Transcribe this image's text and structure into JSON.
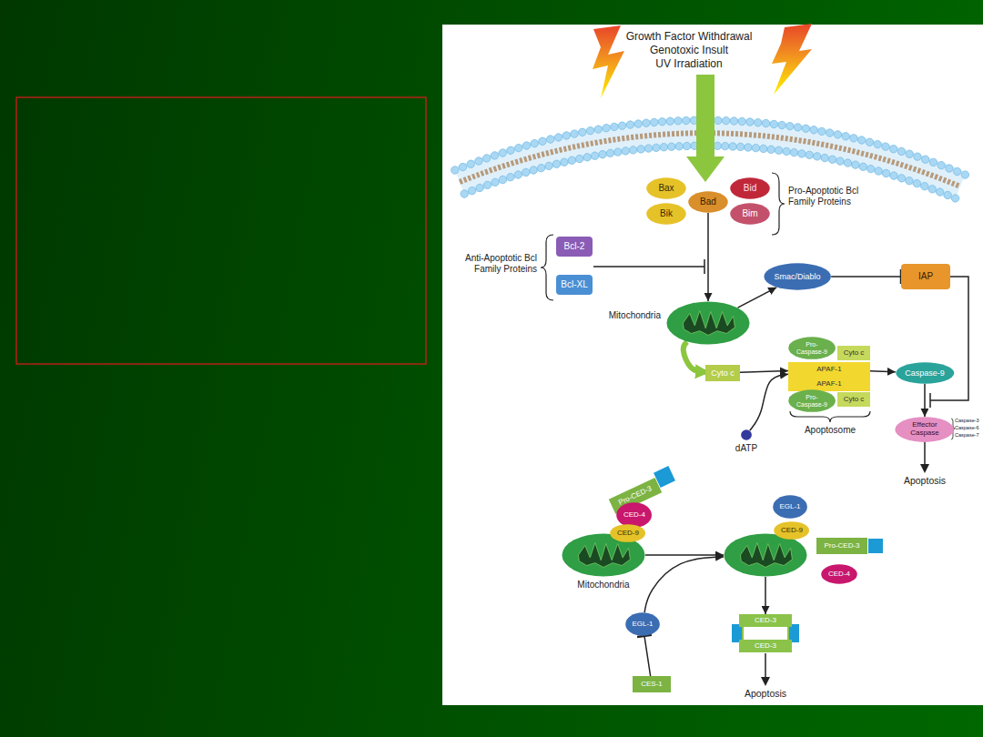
{
  "diagram": {
    "nodes": [
      {
        "text": [
          "Bax"
        ]
      },
      {
        "text": [
          "Bik"
        ]
      },
      {
        "text": [
          "Bad"
        ]
      },
      {
        "text": [
          "Bid"
        ]
      },
      {
        "text": [
          "Bim"
        ]
      },
      {
        "text": [
          "Bcl-2"
        ]
      },
      {
        "text": [
          "Bcl-XL"
        ]
      },
      {
        "text": [
          "Mitochondria"
        ]
      },
      {
        "text": [
          "Smac/Diablo"
        ]
      },
      {
        "text": [
          "IAP"
        ]
      },
      {
        "text": [
          "Cyto c"
        ]
      },
      {
        "text": [
          "Pro-Caspase-9"
        ]
      },
      {
        "text": [
          "Cyto c"
        ]
      },
      {
        "text": [
          "APAF-1"
        ]
      },
      {
        "text": [
          "APAF-1"
        ]
      },
      {
        "text": [
          "Pro-Caspase-9"
        ]
      },
      {
        "text": [
          "Cyto c"
        ]
      },
      {
        "text": [
          "dATP"
        ]
      },
      {
        "text": [
          "Caspase-9"
        ]
      },
      {
        "text": [
          "Effector Caspase"
        ]
      },
      {
        "text": [
          "Pro-CED-3"
        ]
      },
      {
        "text": [
          "CED-4"
        ]
      },
      {
        "text": [
          "CED-9"
        ]
      },
      {
        "text": [
          "Mitochondria"
        ]
      },
      {
        "text": [
          "EGL-1"
        ]
      },
      {
        "text": [
          "CED-9"
        ]
      },
      {
        "text": []
      },
      {
        "text": [
          "Pro-CED-3"
        ]
      },
      {
        "text": [
          "CED-4"
        ]
      },
      {
        "text": [
          "CED-3"
        ]
      },
      {
        "text": [
          "CED-3"
        ]
      },
      {
        "text": [
          "EGL-1"
        ]
      },
      {
        "text": [
          "CES-1"
        ]
      }
    ],
    "edges": [
      {
        "from": 2,
        "to": 7,
        "arrow": "to"
      },
      {
        "from": 7,
        "to": 8,
        "arrow": "to"
      },
      {
        "from": 8,
        "to": 9,
        "arrow": "to"
      },
      {
        "from": 7,
        "to": 10,
        "arrow": "to"
      },
      {
        "from": 10,
        "to": 13,
        "arrow": "to"
      },
      {
        "from": 17,
        "to": 13,
        "arrow": "to"
      },
      {
        "from": 13,
        "to": 18,
        "arrow": "to"
      },
      {
        "from": 18,
        "to": 19,
        "arrow": "to"
      },
      {
        "from": 23,
        "to": 26,
        "arrow": "to"
      },
      {
        "from": 31,
        "to": 26,
        "arrow": "to"
      },
      {
        "from": 32,
        "to": 31,
        "arrow": "to"
      },
      {
        "from": 26,
        "to": 29,
        "arrow": "to"
      }
    ],
    "labels": [
      "Growth Factor Withdrawal",
      "Genotoxic Insult",
      "UV Irradiation",
      "Pro-Apoptotic Bcl Family Proteins",
      "Anti-Apoptotic Bcl Family Proteins",
      "Apoptosome",
      "Caspase-3",
      "Caspase-6",
      "Caspase-7",
      "Apoptosis",
      "Apoptosis"
    ]
  }
}
